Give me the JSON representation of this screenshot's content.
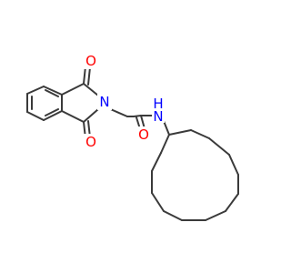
{
  "molecule": {
    "atoms": {
      "o_top": "O",
      "n_imide": "N",
      "o_bottom": "O",
      "o_amide": "O",
      "n_amide": "N",
      "h_amide": "H"
    },
    "colors": {
      "bond": "#3a3a3a",
      "oxygen": "#ff0000",
      "nitrogen": "#0000ff"
    }
  }
}
